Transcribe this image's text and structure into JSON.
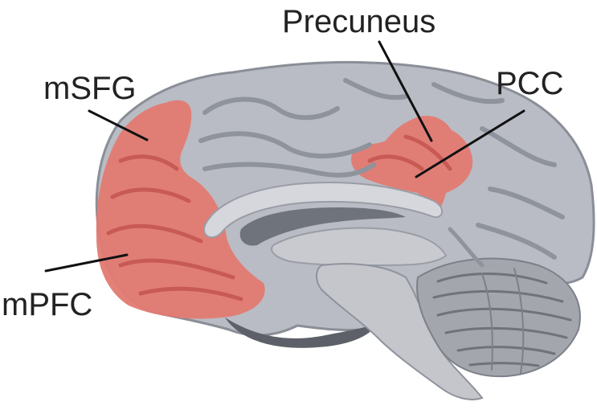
{
  "labels": {
    "precuneus": "Precuneus",
    "pcc": "PCC",
    "msfg": "mSFG",
    "mpfc": "mPFC"
  },
  "colors": {
    "cortex": "#b9bcc4",
    "cortex_dark": "#7d8089",
    "sulcus": "#8f939c",
    "highlight": "#e27a72",
    "highlight_sulcus": "#c85a54",
    "white_matter": "#d5d7dc",
    "brainstem": "#c4c6cc",
    "ventricle": "#6f737b",
    "cerebellum": "#a3a6ad",
    "line": "#111111",
    "text": "#222222"
  },
  "icons": {
    "brain": "brain-sagittal-illustration"
  }
}
